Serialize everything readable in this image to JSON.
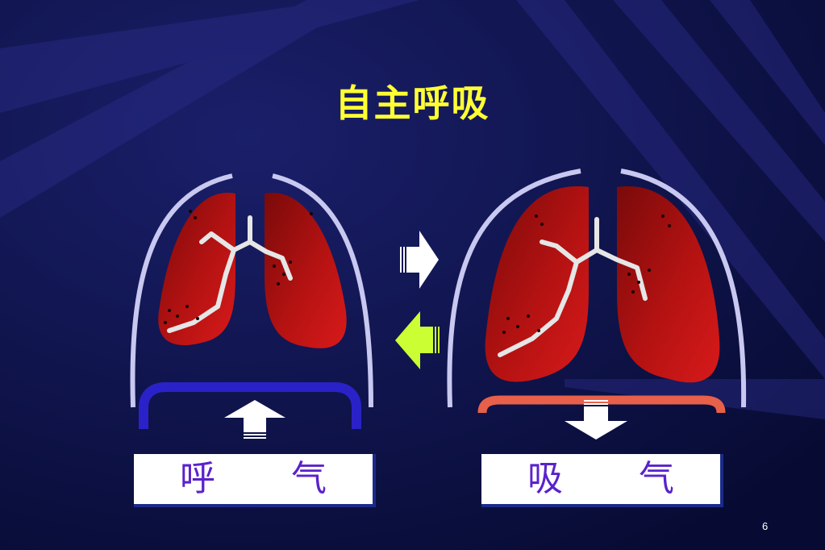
{
  "slide": {
    "title": "自主呼吸",
    "left_panel": {
      "label": "呼 气"
    },
    "right_panel": {
      "label": "吸 气"
    },
    "page_number": "6"
  },
  "colors": {
    "background": "#0b1040",
    "title": "#ffff33",
    "lung": "#b01010",
    "diaphragm_exhale": "#2a22c8",
    "diaphragm_inhale": "#e8604a",
    "label_text": "#5a22cc",
    "arrow_to_right": "#ffffff",
    "arrow_to_left": "#ccff33"
  },
  "icons": [
    "lungs-exhale-icon",
    "lungs-inhale-icon",
    "arrow-up-icon",
    "arrow-down-icon",
    "arrow-right-icon",
    "arrow-left-icon"
  ]
}
